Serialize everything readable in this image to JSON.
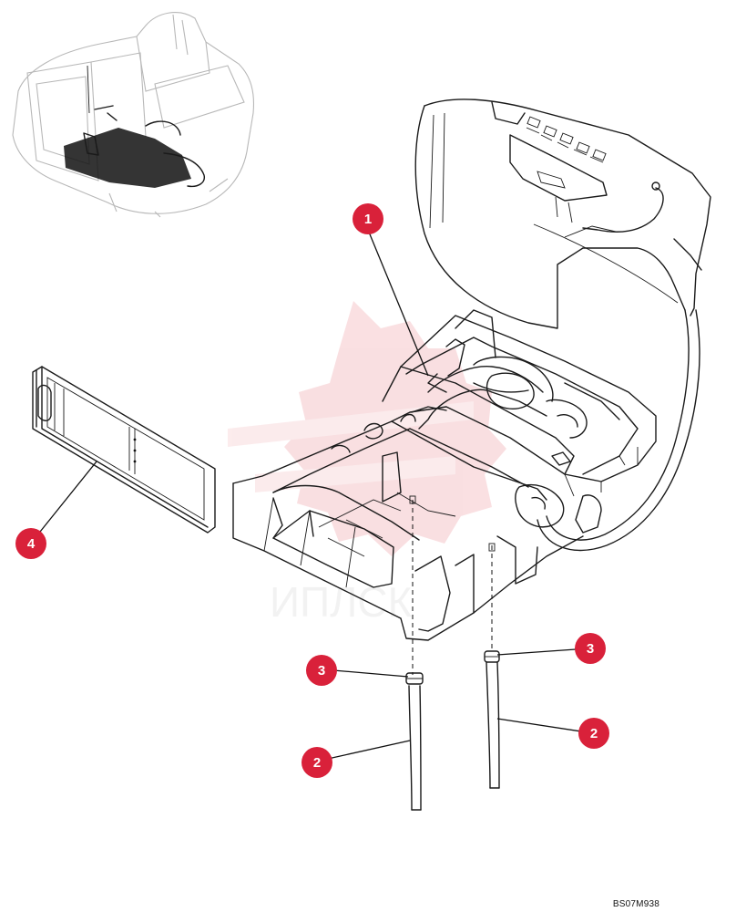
{
  "figure": {
    "reference_code": "BS07M938",
    "accent_color": "#d9213a"
  },
  "callouts": [
    {
      "id": "c1",
      "label": "1"
    },
    {
      "id": "c2a",
      "label": "2"
    },
    {
      "id": "c2b",
      "label": "2"
    },
    {
      "id": "c3a",
      "label": "3"
    },
    {
      "id": "c3b",
      "label": "3"
    },
    {
      "id": "c4",
      "label": "4"
    }
  ],
  "parts": [
    {
      "number": "1",
      "icon": "heater-unit-icon"
    },
    {
      "number": "2",
      "icon": "drain-hose-icon"
    },
    {
      "number": "3",
      "icon": "hose-clamp-icon"
    },
    {
      "number": "4",
      "icon": "air-filter-icon"
    }
  ]
}
